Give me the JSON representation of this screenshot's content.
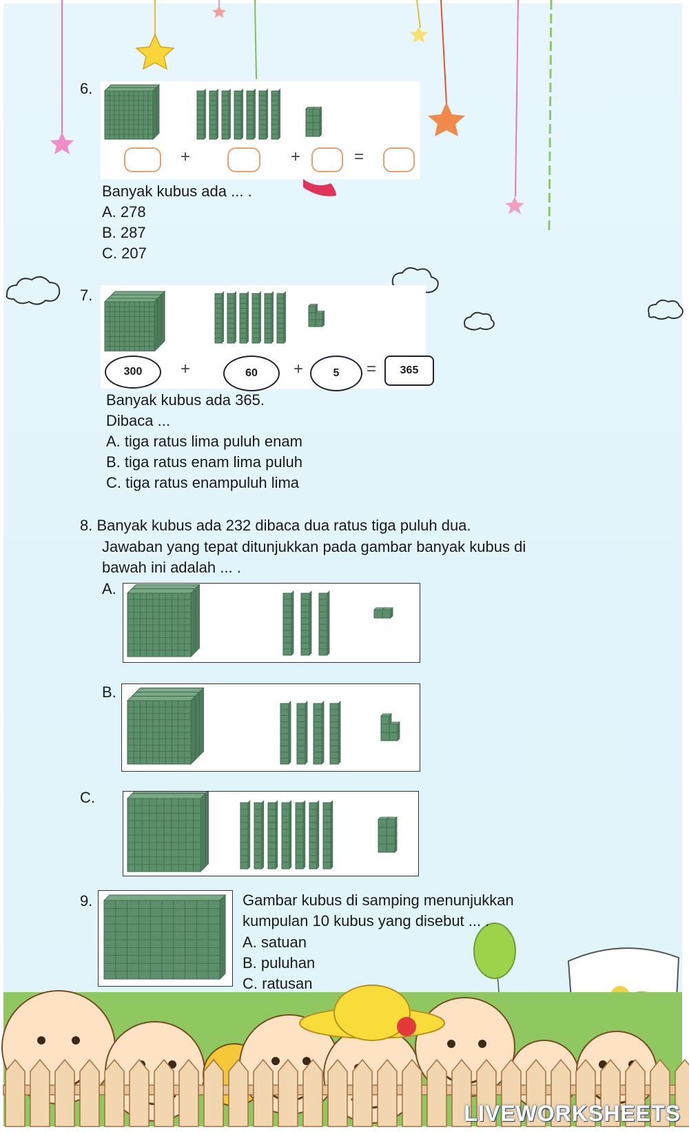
{
  "questions": {
    "q6": {
      "number": "6.",
      "equation": {
        "plus": "+",
        "equals": "="
      },
      "prompt": "Banyak kubus ada ... .",
      "options": [
        "A. 278",
        "B. 287",
        "C. 207"
      ],
      "blocks": {
        "hundreds": 2,
        "tens": 7,
        "ones": 8
      }
    },
    "q7": {
      "number": "7.",
      "equation": {
        "hundreds": "300",
        "tens": "60",
        "ones": "5",
        "total": "365",
        "plus": "+",
        "equals": "="
      },
      "prompt_line1": "Banyak kubus ada 365.",
      "prompt_line2": "Dibaca ...",
      "options": [
        "A. tiga ratus lima puluh enam",
        "B. tiga ratus enam lima puluh",
        "C. tiga ratus enampuluh lima"
      ],
      "blocks": {
        "hundreds": 3,
        "tens": 6,
        "ones": 5
      }
    },
    "q8": {
      "prompt_line1": "8. Banyak kubus ada 232 dibaca dua ratus tiga puluh dua.",
      "prompt_line2": "Jawaban yang tepat ditunjukkan pada gambar banyak kubus di",
      "prompt_line3": "bawah ini adalah ... .",
      "choices": [
        {
          "label": "A.",
          "hundreds": 2,
          "tens": 3,
          "ones": 2
        },
        {
          "label": "B.",
          "hundreds": 3,
          "tens": 4,
          "ones": 5
        },
        {
          "label": "C.",
          "hundreds": 2,
          "tens": 7,
          "ones": 8
        }
      ]
    },
    "q9": {
      "number": "9.",
      "prompt_line1": "Gambar kubus di samping menunjukkan",
      "prompt_line2": "kumpulan 10 kubus yang disebut ... .",
      "options": [
        "A. satuan",
        "B. puluhan",
        "C. ratusan"
      ]
    }
  },
  "watermark": "LIVEWORKSHEETS",
  "colors": {
    "cube": "#5e8f6d",
    "cube_grid": "#3e6b4d",
    "answer_box_border": "#e8a070",
    "page_background": "#e6f6fc"
  }
}
